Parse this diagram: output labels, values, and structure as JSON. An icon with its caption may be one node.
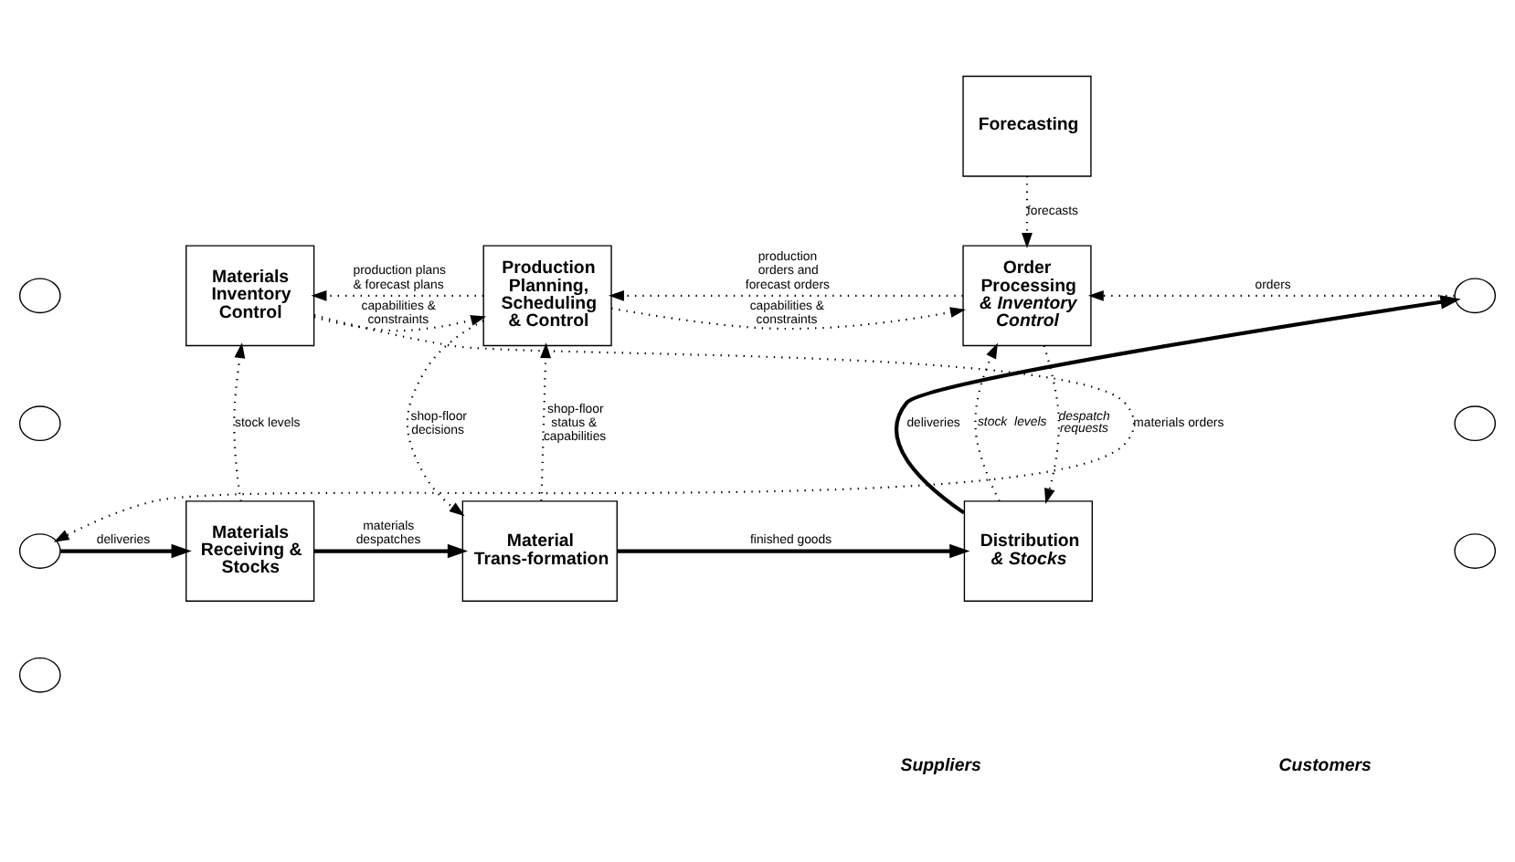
{
  "diagram": {
    "nodes": [
      {
        "text": [],
        "shape": "circle"
      },
      {
        "text": [],
        "shape": "circle"
      },
      {
        "text": [],
        "shape": "circle"
      },
      {
        "text": [],
        "shape": "circle"
      },
      {
        "text": [
          "Materials Inventory Control"
        ]
      },
      {
        "text": [
          "Production Planning, Scheduling & Control"
        ]
      },
      {
        "text": [
          "Forecasting"
        ]
      },
      {
        "text": [
          "Order Processing *& Inventory Control*"
        ]
      },
      {
        "text": [
          "Materials Receiving & Stocks"
        ]
      },
      {
        "text": [
          "Material Trans-formation"
        ]
      },
      {
        "text": [
          "Distribution *& Stocks*"
        ]
      },
      {
        "text": [],
        "shape": "circle"
      },
      {
        "text": [],
        "shape": "circle"
      },
      {
        "text": [],
        "shape": "circle"
      }
    ],
    "edges": [
      {
        "from": 5,
        "to": 4,
        "arrow": "to",
        "label": "production plans & forecast plans",
        "style": "dashed"
      },
      {
        "from": 4,
        "to": 5,
        "arrow": "to",
        "label": "capabilities & constraints",
        "style": "dashed"
      },
      {
        "from": 7,
        "to": 5,
        "arrow": "to",
        "label": "production orders and forecast orders",
        "style": "dashed"
      },
      {
        "from": 5,
        "to": 7,
        "arrow": "to",
        "label": "capabilities & constraints",
        "style": "dashed"
      },
      {
        "from": 6,
        "to": 7,
        "arrow": "to",
        "label": "forecasts",
        "style": "dashed"
      },
      {
        "from": 4,
        "to": 2,
        "arrow": "to",
        "label": "materials orders",
        "style": "dashed"
      },
      {
        "from": 2,
        "to": 8,
        "arrow": "to",
        "label": "deliveries"
      },
      {
        "from": 8,
        "to": 4,
        "arrow": "to",
        "label": "stock levels",
        "style": "dashed"
      },
      {
        "from": 8,
        "to": 9,
        "arrow": "to",
        "label": "materials despatches"
      },
      {
        "from": 9,
        "to": 5,
        "arrow": "to",
        "label": "shop-floor status & capabilities",
        "style": "dashed"
      },
      {
        "from": 5,
        "to": 9,
        "arrow": "to",
        "label": "shop-floor decisions",
        "style": "dashed"
      },
      {
        "from": 9,
        "to": 10,
        "arrow": "to",
        "label": "finished goods"
      },
      {
        "from": 10,
        "to": 7,
        "arrow": "to",
        "label": "*stock levels*",
        "style": "dashed"
      },
      {
        "from": 7,
        "to": 10,
        "arrow": "to",
        "label": "*despatch requests*",
        "style": "dashed"
      },
      {
        "from": 10,
        "to": 11,
        "arrow": "to",
        "label": "deliveries"
      },
      {
        "from": 11,
        "to": 7,
        "arrow": "to",
        "label": "orders",
        "style": "dashed"
      }
    ],
    "labels": [
      "Suppliers",
      "Customers"
    ]
  }
}
